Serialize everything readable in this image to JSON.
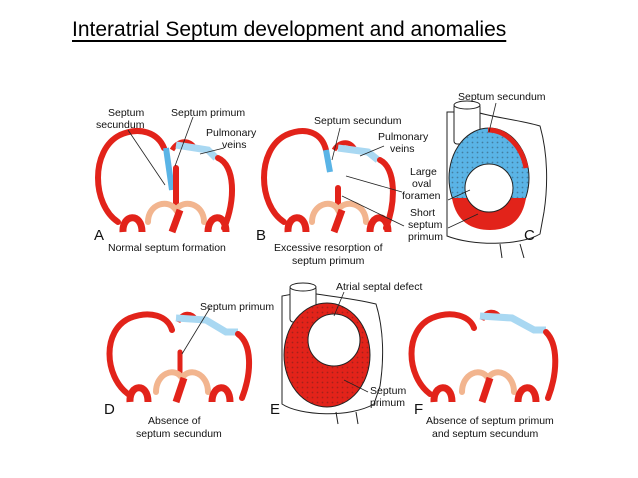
{
  "title": "Interatrial Septum development and anomalies",
  "panels": {
    "A": {
      "letter": "A",
      "caption": "Normal septum formation",
      "labels": {
        "septum_secundum_1": "Septum",
        "septum_secundum_2": "secundum",
        "septum_primum": "Septum primum",
        "pulmonary_veins_1": "Pulmonary",
        "pulmonary_veins_2": "veins"
      }
    },
    "B": {
      "letter": "B",
      "caption_1": "Excessive resorption of",
      "caption_2": "septum primum",
      "labels": {
        "septum_secundum": "Septum secundum",
        "pulmonary_veins_1": "Pulmonary",
        "pulmonary_veins_2": "veins",
        "large_oval_1": "Large",
        "large_oval_2": "oval",
        "large_oval_3": "foramen",
        "short_primum_1": "Short",
        "short_primum_2": "septum",
        "short_primum_3": "primum"
      }
    },
    "C": {
      "letter": "C",
      "labels": {
        "septum_secundum": "Septum secundum"
      }
    },
    "D": {
      "letter": "D",
      "caption_1": "Absence of",
      "caption_2": "septum secundum",
      "labels": {
        "septum_primum": "Septum primum"
      }
    },
    "E": {
      "letter": "E",
      "labels": {
        "atrial_septal_defect": "Atrial septal defect",
        "septum_primum_1": "Septum",
        "septum_primum_2": "primum"
      }
    },
    "F": {
      "letter": "F",
      "caption_1": "Absence of septum primum",
      "caption_2": "and septum secundum"
    }
  },
  "colors": {
    "red": "#e2231a",
    "blue": "#5ab4e6",
    "light_blue": "#a9d8f2",
    "tan": "#f2b58f",
    "outline": "#222222"
  }
}
